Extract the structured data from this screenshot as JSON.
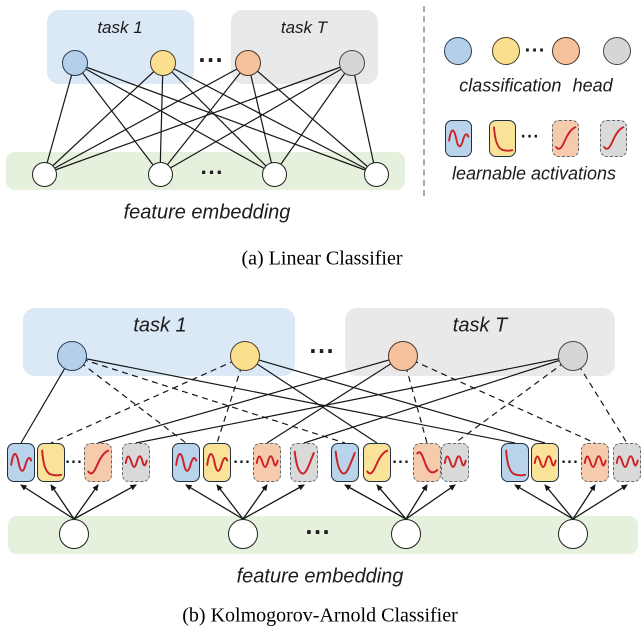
{
  "labels": {
    "task1": "task 1",
    "taskT": "task T",
    "feature_embedding": "feature embedding",
    "dots": "···"
  },
  "legend": {
    "classification_head": "classification head",
    "learnable_activations": "learnable activations"
  },
  "captions": {
    "a": "(a) Linear Classifier",
    "b": "(b) Kolmogorov-Arnold Classifier"
  },
  "colors": {
    "head_fills": [
      "#b3cfe9",
      "#fbdf8e",
      "#f5c29c",
      "#d6d6d6"
    ],
    "head_borders": [
      "#2c3e54",
      "#4a4026",
      "#4a3528",
      "#474747"
    ],
    "task1_box": "#dbe9f6",
    "taskT_box": "#e9e9e9",
    "embed_box": "#e5f0dd",
    "feature_node_fill": "#ffffff",
    "feature_node_border": "#1d221d",
    "act_fills": [
      "#b9d3ea",
      "#fae398",
      "#f5cbac",
      "#d9d9d9"
    ],
    "act_border_solid": "#20303f",
    "act_border_dashed": "#5c6b76",
    "curve": "#cc2127",
    "line": "#161616",
    "divider": "#a9a9a9"
  },
  "diagram": {
    "head_colors": [
      "blue",
      "yellow",
      "orange",
      "gray"
    ],
    "a": {
      "type": "bipartite",
      "top_nodes": 4,
      "bottom_nodes": 4
    },
    "b": {
      "groups": 4,
      "boxes_per_group": 4,
      "legend_curves": [
        "wave1",
        "decay",
        "riseS",
        "riseS"
      ],
      "activation_curves": [
        [
          "wave1",
          "decay",
          "riseS",
          "wave2"
        ],
        [
          "wave1",
          "wave1",
          "wave2",
          "dipUp"
        ],
        [
          "dipUp",
          "riseS",
          "fallW",
          "wave2"
        ],
        [
          "decay",
          "wave2",
          "wave2",
          "wave2"
        ]
      ],
      "head_to_group_line_styles": [
        [
          "solid",
          "dashed",
          "dashed",
          "solid"
        ],
        [
          "dashed",
          "dashed",
          "solid",
          "solid"
        ],
        [
          "solid",
          "solid",
          "dashed",
          "dashed"
        ],
        [
          "solid",
          "solid",
          "dashed",
          "dashed"
        ]
      ]
    }
  }
}
